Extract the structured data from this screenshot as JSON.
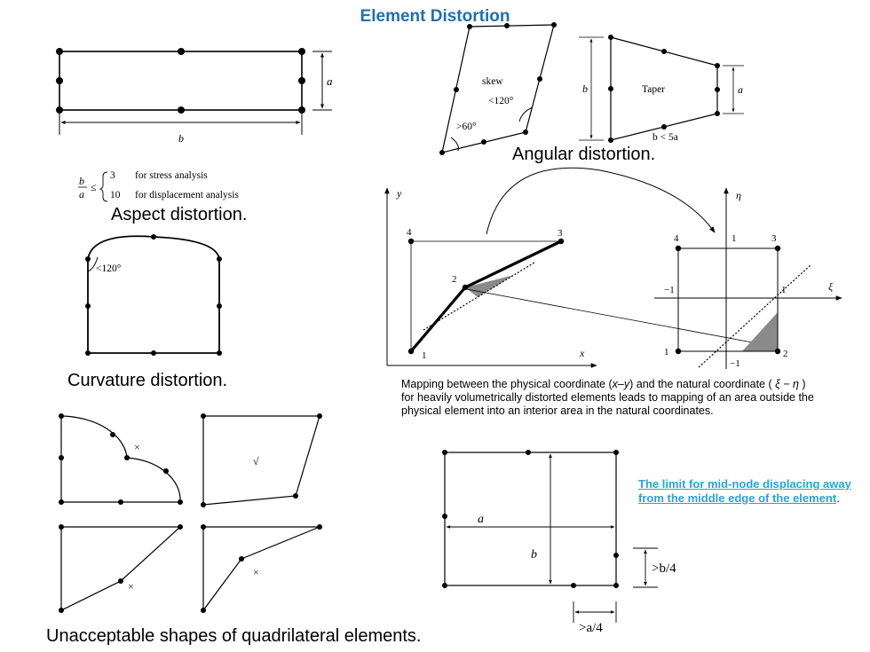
{
  "title": "Element Distortion",
  "aspect": {
    "label_a": "a",
    "label_b": "b",
    "ratio_num": "b",
    "ratio_den": "a",
    "leq": "≤",
    "case1_value": "3",
    "case1_text": "for stress analysis",
    "case2_value": "10",
    "case2_text": "for displacement analysis",
    "caption": "Aspect distortion."
  },
  "angular": {
    "skew_label": "skew",
    "angle_small": "<120°",
    "angle_large": ">60°",
    "taper_label": "Taper",
    "taper_b": "b",
    "taper_a": "a",
    "taper_condition": "b < 5a",
    "caption": "Angular distortion."
  },
  "curvature": {
    "angle": "<120°",
    "caption": "Curvature distortion."
  },
  "mapping": {
    "y_axis": "y",
    "x_axis": "x",
    "eta_axis": "η",
    "xi_axis": "ξ",
    "node1": "1",
    "node2": "2",
    "node3": "3",
    "node4": "4",
    "tick_pos": "1",
    "tick_neg": "−1",
    "description_parts": {
      "p1": "Mapping between the physical coordinate (",
      "p2": "x–y",
      "p3": ") and the natural coordinate ( ",
      "p4": "ξ − η",
      "p5": " ) for heavily volumetrically distorted elements leads to mapping of an area outside the physical element into an interior area in the natural coordinates."
    }
  },
  "unacceptable": {
    "cross_mark": "×",
    "check_mark": "√",
    "caption": "Unacceptable shapes of quadrilateral elements."
  },
  "midnode": {
    "label_a": "a",
    "label_b": "b",
    "label_b4": ">b/4",
    "label_a4": ">a/4",
    "link_text": "The limit for mid-node displacing away from the middle edge of the element",
    "link_period": "."
  }
}
